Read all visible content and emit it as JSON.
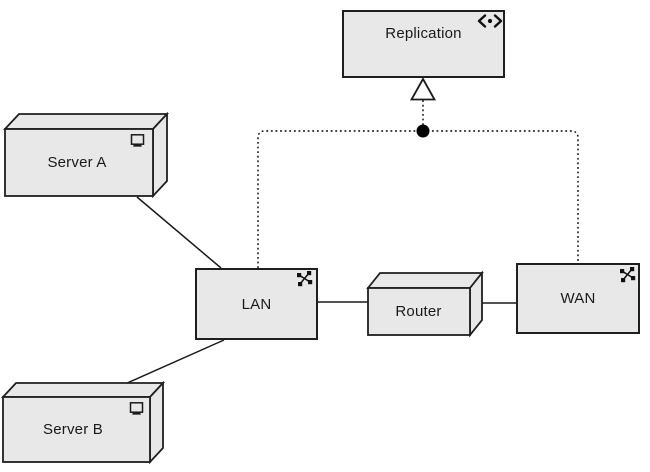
{
  "diagram": {
    "kind": "uml-deployment-diagram",
    "colors": {
      "background": "#ffffff",
      "node_fill": "#e8e8e8",
      "node_border": "#1f1f1f",
      "connector": "#1a1a1a",
      "junction_dot": "#000000",
      "triangle_fill": "#ffffff"
    },
    "nodes": [
      {
        "id": "replication",
        "label": "Replication",
        "shape": "rectangle",
        "icon": "component-interface-icon"
      },
      {
        "id": "server-a",
        "label": "Server A",
        "shape": "node-3d",
        "icon": "computer-icon"
      },
      {
        "id": "server-b",
        "label": "Server B",
        "shape": "node-3d",
        "icon": "computer-icon"
      },
      {
        "id": "lan",
        "label": "LAN",
        "shape": "rectangle",
        "icon": "network-icon"
      },
      {
        "id": "router",
        "label": "Router",
        "shape": "node-3d",
        "icon": ""
      },
      {
        "id": "wan",
        "label": "WAN",
        "shape": "rectangle",
        "icon": "network-icon"
      }
    ],
    "connectors": [
      {
        "from": "server-a",
        "to": "lan",
        "style": "solid"
      },
      {
        "from": "server-b",
        "to": "lan",
        "style": "solid"
      },
      {
        "from": "lan",
        "to": "router",
        "style": "solid"
      },
      {
        "from": "router",
        "to": "wan",
        "style": "solid"
      },
      {
        "from": "lan",
        "to": "replication",
        "style": "dotted",
        "via": "junction"
      },
      {
        "from": "wan",
        "to": "replication",
        "style": "dotted",
        "via": "junction"
      },
      {
        "from": "junction",
        "to": "replication",
        "style": "dotted",
        "arrow": "hollow-triangle",
        "junction": "filled-circle"
      }
    ]
  }
}
